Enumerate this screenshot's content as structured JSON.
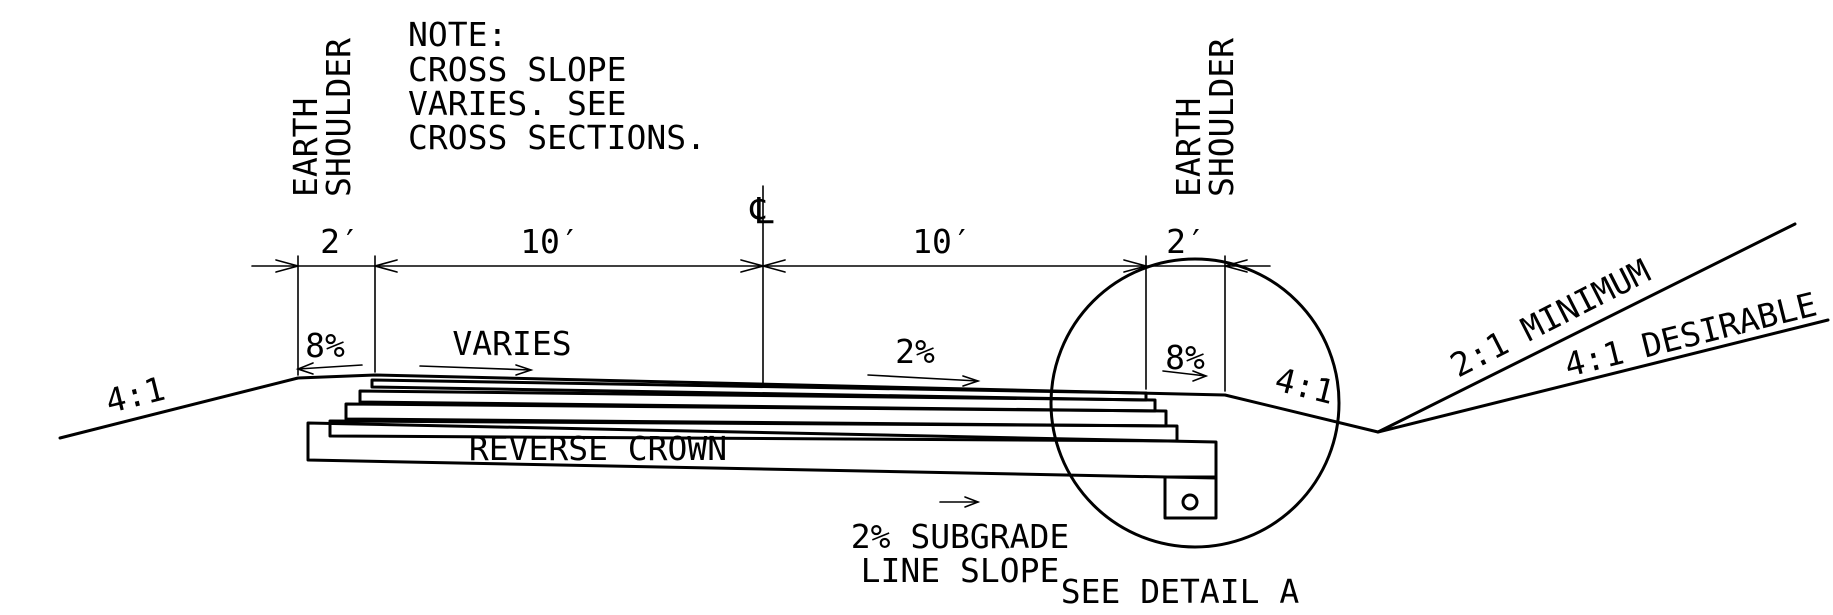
{
  "note": {
    "heading": "NOTE:",
    "line1": "CROSS SLOPE",
    "line2": "VARIES. SEE",
    "line3": "CROSS SECTIONS."
  },
  "shoulder_left": {
    "line1": "EARTH",
    "line2": "SHOULDER"
  },
  "shoulder_right": {
    "line1": "EARTH",
    "line2": "SHOULDER"
  },
  "centerline_symbol": "℄",
  "dimensions": {
    "left_shoulder": "2′",
    "left_lane": "10′",
    "right_lane": "10′",
    "right_shoulder": "2′"
  },
  "slopes": {
    "left_shoulder": "8%",
    "left_lane": "VARIES",
    "right_lane": "2%",
    "right_shoulder": "8%",
    "left_foreslope": "4:1",
    "right_foreslope": "4:1",
    "backslope_min": "2:1 MINIMUM",
    "backslope_desirable": "4:1 DESIRABLE"
  },
  "pavement_label": "REVERSE CROWN",
  "subgrade": {
    "line1": "2% SUBGRADE",
    "line2": "LINE SLOPE"
  },
  "detail_callout": "SEE DETAIL A"
}
